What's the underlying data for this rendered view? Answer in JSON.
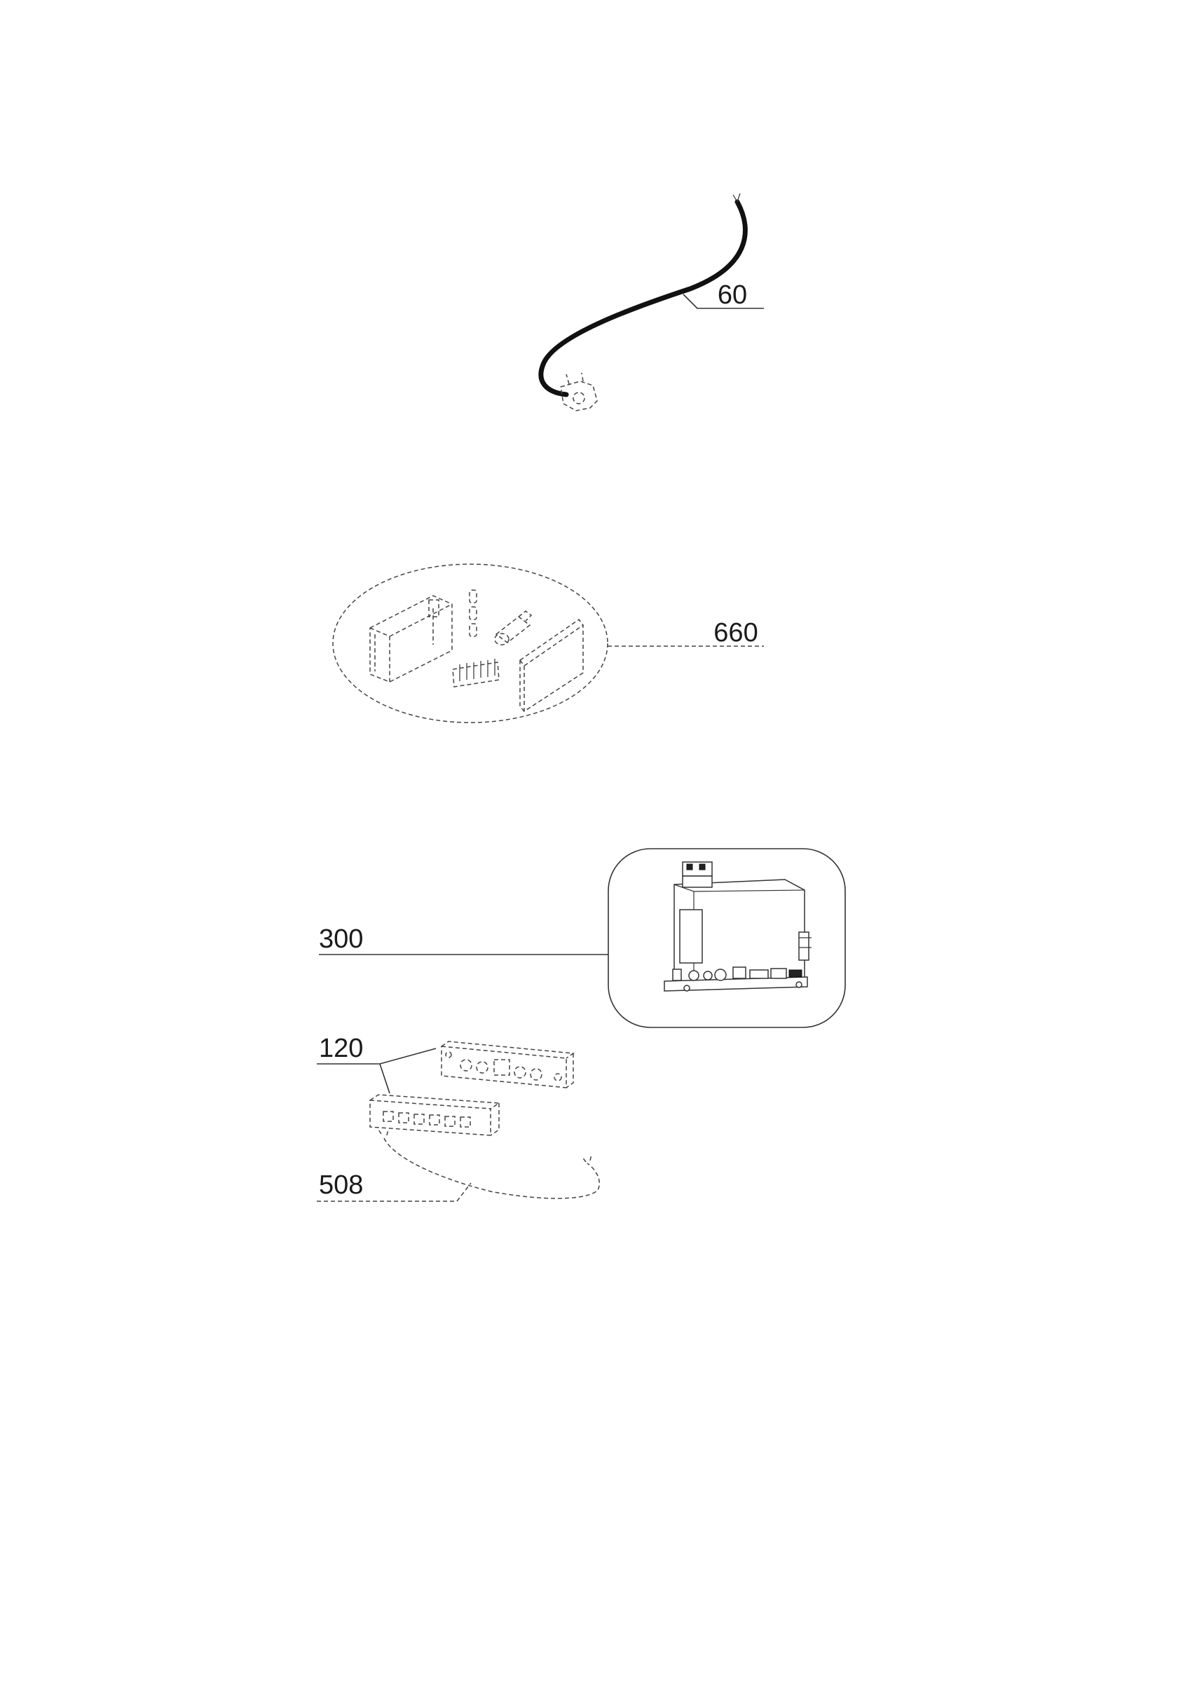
{
  "callouts": {
    "cable": "60",
    "kit": "660",
    "board": "300",
    "switch": "120",
    "wire": "508"
  }
}
